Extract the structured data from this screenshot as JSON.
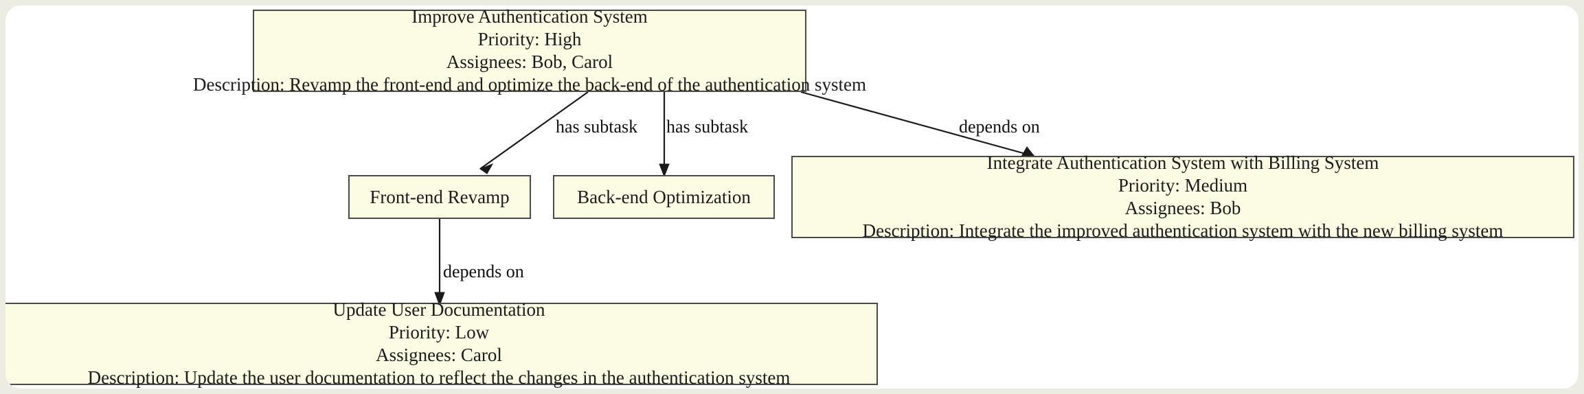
{
  "canvas": {
    "background": "#ffffff",
    "page_background": "#edece3",
    "node_fill": "#fcfce4",
    "node_border": "#4a4a4a",
    "edge_color": "#1a1a1a",
    "text_color": "#1c1c1c"
  },
  "nodes": [
    {
      "id": "improve-authentication-system",
      "title": "Improve Authentication System",
      "priority": "Priority: High",
      "assignees": "Assignees: Bob, Carol",
      "description": "Description: Revamp the front-end and optimize the back-end of the authentication system"
    },
    {
      "id": "front-end-revamp",
      "title": "Front-end Revamp"
    },
    {
      "id": "back-end-optimization",
      "title": "Back-end Optimization"
    },
    {
      "id": "integrate-authentication-system-with-billing-system",
      "title": "Integrate Authentication System with Billing System",
      "priority": "Priority: Medium",
      "assignees": "Assignees: Bob",
      "description": "Description: Integrate the improved authentication system with the new billing system"
    },
    {
      "id": "update-user-documentation",
      "title": "Update User Documentation",
      "priority": "Priority: Low",
      "assignees": "Assignees: Carol",
      "description": "Description: Update the user documentation to reflect the changes in the authentication system"
    }
  ],
  "edges": [
    {
      "id": "improve-to-frontend",
      "from": "improve-authentication-system",
      "to": "front-end-revamp",
      "label": "has subtask"
    },
    {
      "id": "improve-to-backend",
      "from": "improve-authentication-system",
      "to": "back-end-optimization",
      "label": "has subtask"
    },
    {
      "id": "improve-to-integrate",
      "from": "improve-authentication-system",
      "to": "integrate-authentication-system-with-billing-system",
      "label": "depends on"
    },
    {
      "id": "frontend-to-docs",
      "from": "front-end-revamp",
      "to": "update-user-documentation",
      "label": "depends on"
    }
  ]
}
